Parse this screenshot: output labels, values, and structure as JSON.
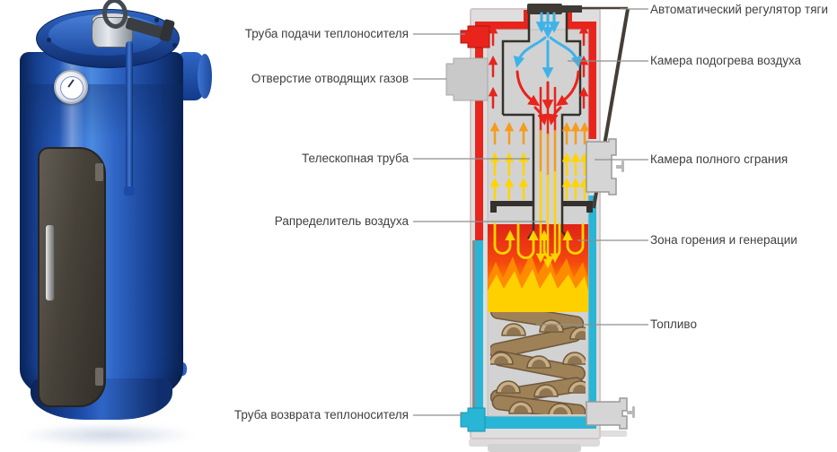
{
  "figure": {
    "left_labels": [
      {
        "text": "Труба подачи теплоносителя"
      },
      {
        "text": "Отверстие отводящих газов"
      },
      {
        "text": "Телескопная труба"
      },
      {
        "text": "Рапределитель воздуха"
      },
      {
        "text": "Труба возврата теплоносителя"
      }
    ],
    "right_labels": [
      {
        "text": "Автоматический регулятор тяги"
      },
      {
        "text": "Камера подогрева воздуха"
      },
      {
        "text": "Камера полного сграния"
      },
      {
        "text": "Зона горения  и генерации"
      },
      {
        "text": "Топливо"
      }
    ],
    "colors": {
      "hot_water_jacket": "#e8241c",
      "cold_water_jacket": "#29b5d6",
      "cold_air_arrows": "#3fb3e8",
      "heated_air_arrows": "#f59c1d",
      "hot_gas_arrows": "#ffd400",
      "fire_top": "#e02318",
      "fire_bottom": "#ffc400",
      "wood_log": "#9f8158",
      "boiler_blue": "#2a62c4",
      "label_text": "#3f3f3f",
      "leader_line": "#8f8f8f"
    }
  }
}
